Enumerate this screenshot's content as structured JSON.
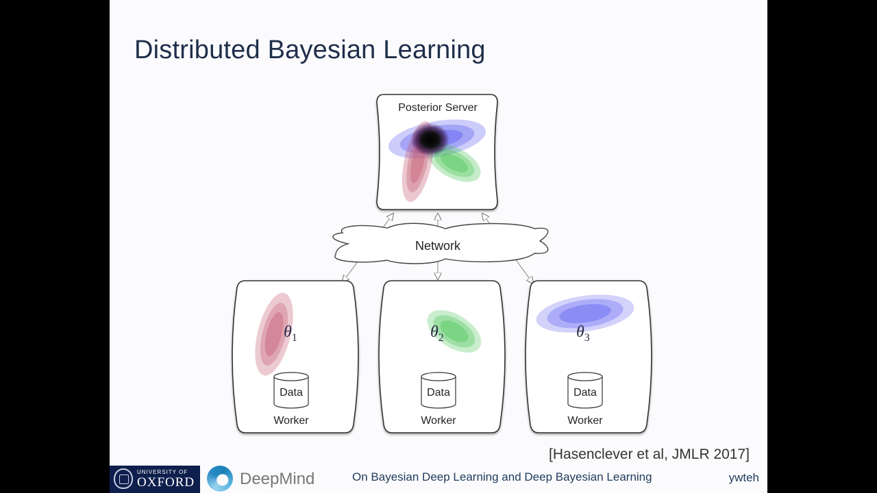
{
  "slide": {
    "title": "Distributed Bayesian Learning",
    "citation": "[Hasenclever et al, JMLR 2017]",
    "footer": {
      "talk_title": "On Bayesian Deep Learning and Deep Bayesian Learning",
      "author": "ywteh",
      "logos": {
        "oxford_top": "UNIVERSITY OF",
        "oxford_name": "OXFORD",
        "deepmind": "DeepMind"
      }
    }
  },
  "diagram": {
    "server": {
      "label": "Posterior Server"
    },
    "network": {
      "label": "Network"
    },
    "workers": [
      {
        "label": "Worker",
        "data_label": "Data",
        "param": "θ",
        "subscript": "1",
        "color": "#c0506a"
      },
      {
        "label": "Worker",
        "data_label": "Data",
        "param": "θ",
        "subscript": "2",
        "color": "#3cbf4a"
      },
      {
        "label": "Worker",
        "data_label": "Data",
        "param": "θ",
        "subscript": "3",
        "color": "#4a4af0"
      }
    ],
    "colors": {
      "red": "#c0506a",
      "green": "#3cbf4a",
      "blue": "#4a4af0",
      "title": "#1f2e4a",
      "footer_text": "#1f3a5c",
      "oxford_navy": "#0f1f4d"
    }
  }
}
